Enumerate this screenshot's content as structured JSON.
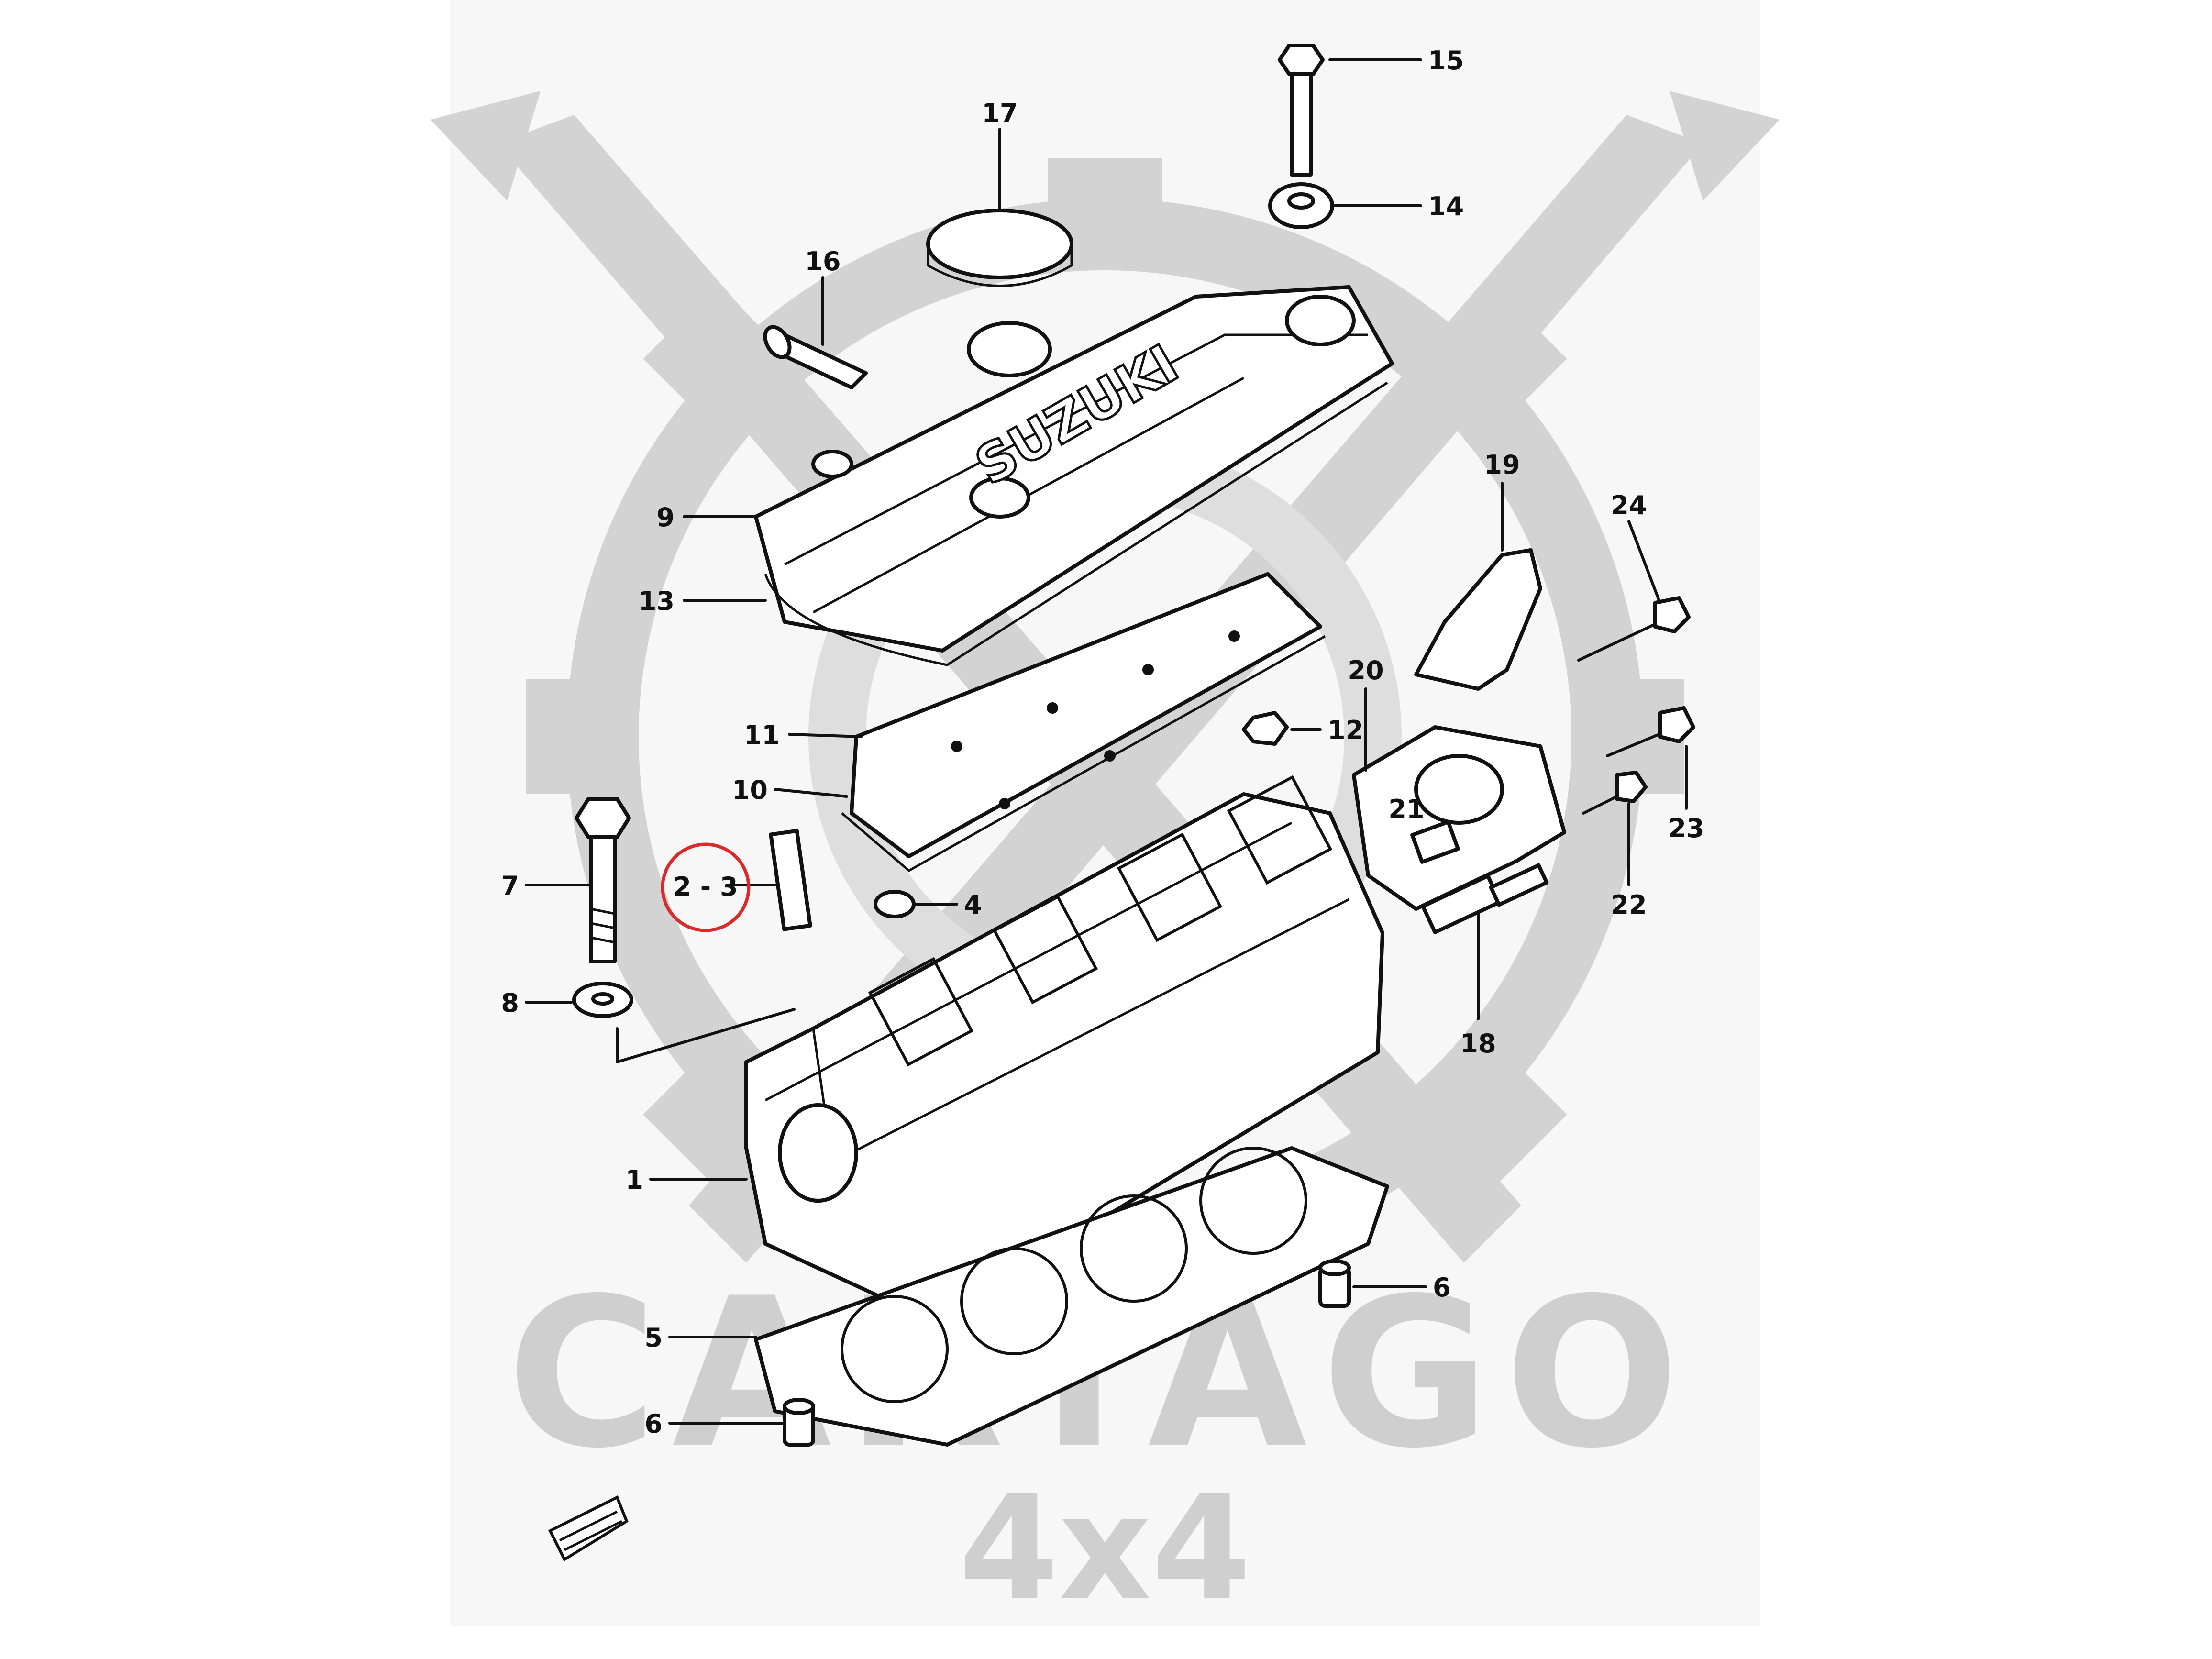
{
  "diagram": {
    "watermark": {
      "brand": "CARTAGO",
      "sub": "4x4"
    },
    "vehicle_logo": "SUZUKI",
    "callouts": [
      {
        "id": "c15",
        "label": "15"
      },
      {
        "id": "c14",
        "label": "14"
      },
      {
        "id": "c17",
        "label": "17"
      },
      {
        "id": "c16",
        "label": "16"
      },
      {
        "id": "c9",
        "label": "9"
      },
      {
        "id": "c13",
        "label": "13"
      },
      {
        "id": "c19",
        "label": "19"
      },
      {
        "id": "c24",
        "label": "24"
      },
      {
        "id": "c20",
        "label": "20"
      },
      {
        "id": "c11",
        "label": "11"
      },
      {
        "id": "c12",
        "label": "12"
      },
      {
        "id": "c10",
        "label": "10"
      },
      {
        "id": "c21",
        "label": "21"
      },
      {
        "id": "c23",
        "label": "23"
      },
      {
        "id": "c7a",
        "label": "7"
      },
      {
        "id": "c23b",
        "label": "2 - 3"
      },
      {
        "id": "c4",
        "label": "4"
      },
      {
        "id": "c22",
        "label": "22"
      },
      {
        "id": "c8",
        "label": "8"
      },
      {
        "id": "c18",
        "label": "18"
      },
      {
        "id": "c1",
        "label": "1"
      },
      {
        "id": "c6a",
        "label": "6"
      },
      {
        "id": "c5",
        "label": "5"
      },
      {
        "id": "c6b",
        "label": "6"
      }
    ],
    "highlight_color": "#d92b2b",
    "line_color": "#111111",
    "watermark_color": "#d3d3d3"
  }
}
